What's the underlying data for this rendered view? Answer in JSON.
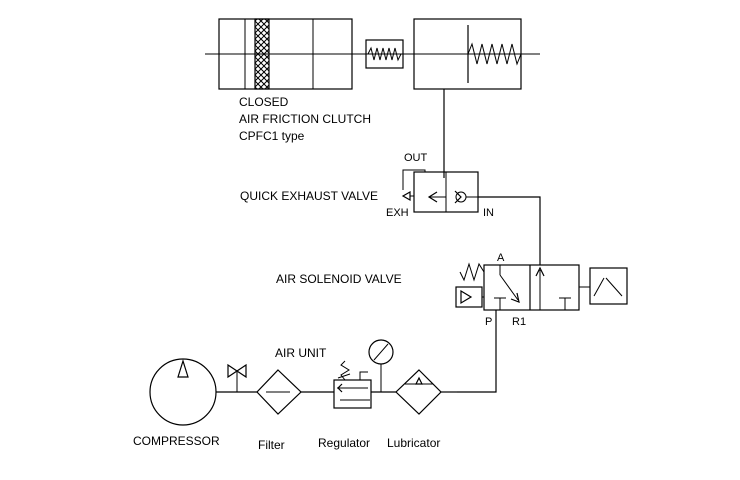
{
  "clutch": {
    "line1": "CLOSED",
    "line2": "AIR  FRICTION  CLUTCH",
    "line3": "CPFC1  type"
  },
  "quick_exhaust_valve": {
    "label": "QUICK  EXHAUST  VALVE",
    "port_out": "OUT",
    "port_exh": "EXH",
    "port_in": "IN"
  },
  "solenoid_valve": {
    "label": "AIR  SOLENOID  VALVE",
    "port_a": "A",
    "port_p": "P",
    "port_r1": "R1"
  },
  "air_unit": {
    "label": "AIR  UNIT",
    "compressor": "COMPRESSOR",
    "filter": "Filter",
    "regulator": "Regulator",
    "lubricator": "Lubricator"
  }
}
